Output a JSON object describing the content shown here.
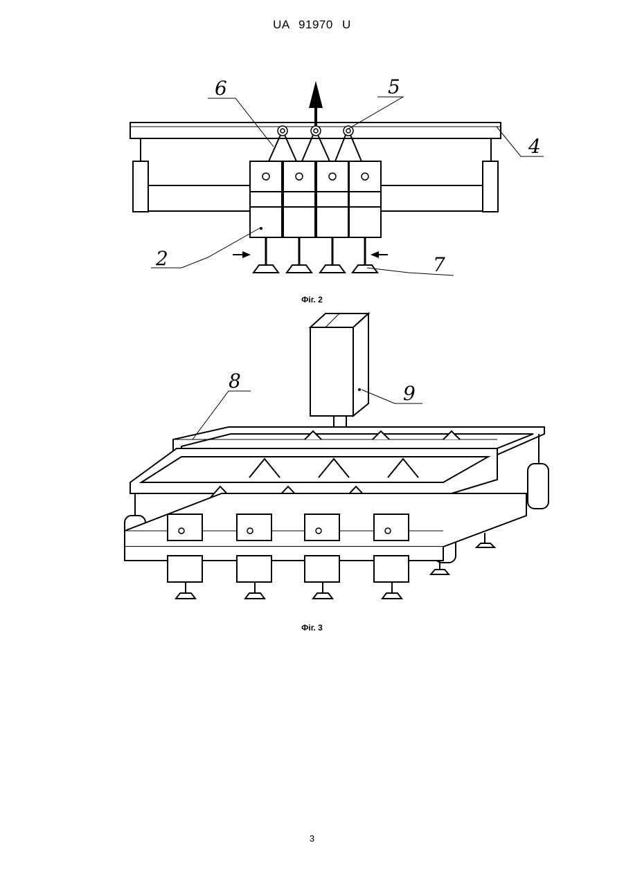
{
  "header": "UA   91970   U",
  "fig2": {
    "caption": "Фіг. 2",
    "labels": {
      "six": "6",
      "five": "5",
      "four": "4",
      "two": "2",
      "seven": "7"
    }
  },
  "fig3": {
    "caption": "Фіг. 3",
    "labels": {
      "eight": "8",
      "nine": "9"
    }
  },
  "page_number": "3"
}
